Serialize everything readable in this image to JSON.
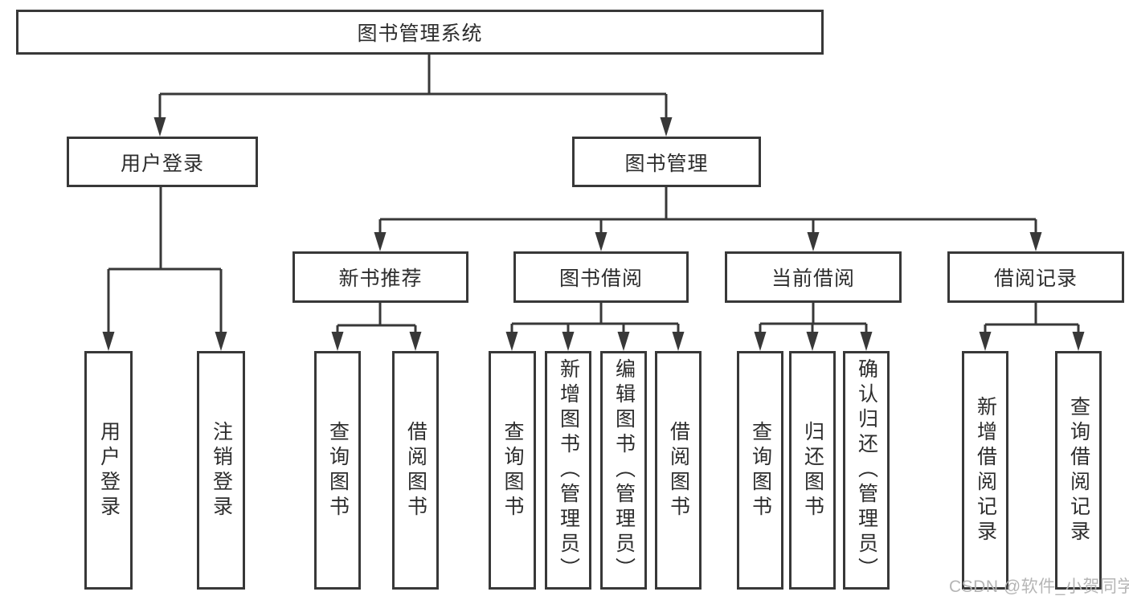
{
  "diagram_type": "hierarchy-tree",
  "colors": {
    "background": "#ffffff",
    "line": "#383838",
    "box_border": "#383838",
    "text": "#2d2d2d",
    "watermark": "#b5b5b5"
  },
  "tree": {
    "label": "图书管理系统",
    "children": [
      {
        "label": "用户登录",
        "children": [
          {
            "label": "用户登录"
          },
          {
            "label": "注销登录"
          }
        ]
      },
      {
        "label": "图书管理",
        "children": [
          {
            "label": "新书推荐",
            "children": [
              {
                "label": "查询图书"
              },
              {
                "label": "借阅图书"
              }
            ]
          },
          {
            "label": "图书借阅",
            "children": [
              {
                "label": "查询图书"
              },
              {
                "label": "新增图书（管理员）"
              },
              {
                "label": "编辑图书（管理员）"
              },
              {
                "label": "借阅图书"
              }
            ]
          },
          {
            "label": "当前借阅",
            "children": [
              {
                "label": "查询图书"
              },
              {
                "label": "归还图书"
              },
              {
                "label": "确认归还（管理员）"
              }
            ]
          },
          {
            "label": "借阅记录",
            "children": [
              {
                "label": "新增借阅记录"
              },
              {
                "label": "查询借阅记录"
              }
            ]
          }
        ]
      }
    ]
  },
  "watermark": {
    "text": "CSDN @软件_小贺同学"
  }
}
